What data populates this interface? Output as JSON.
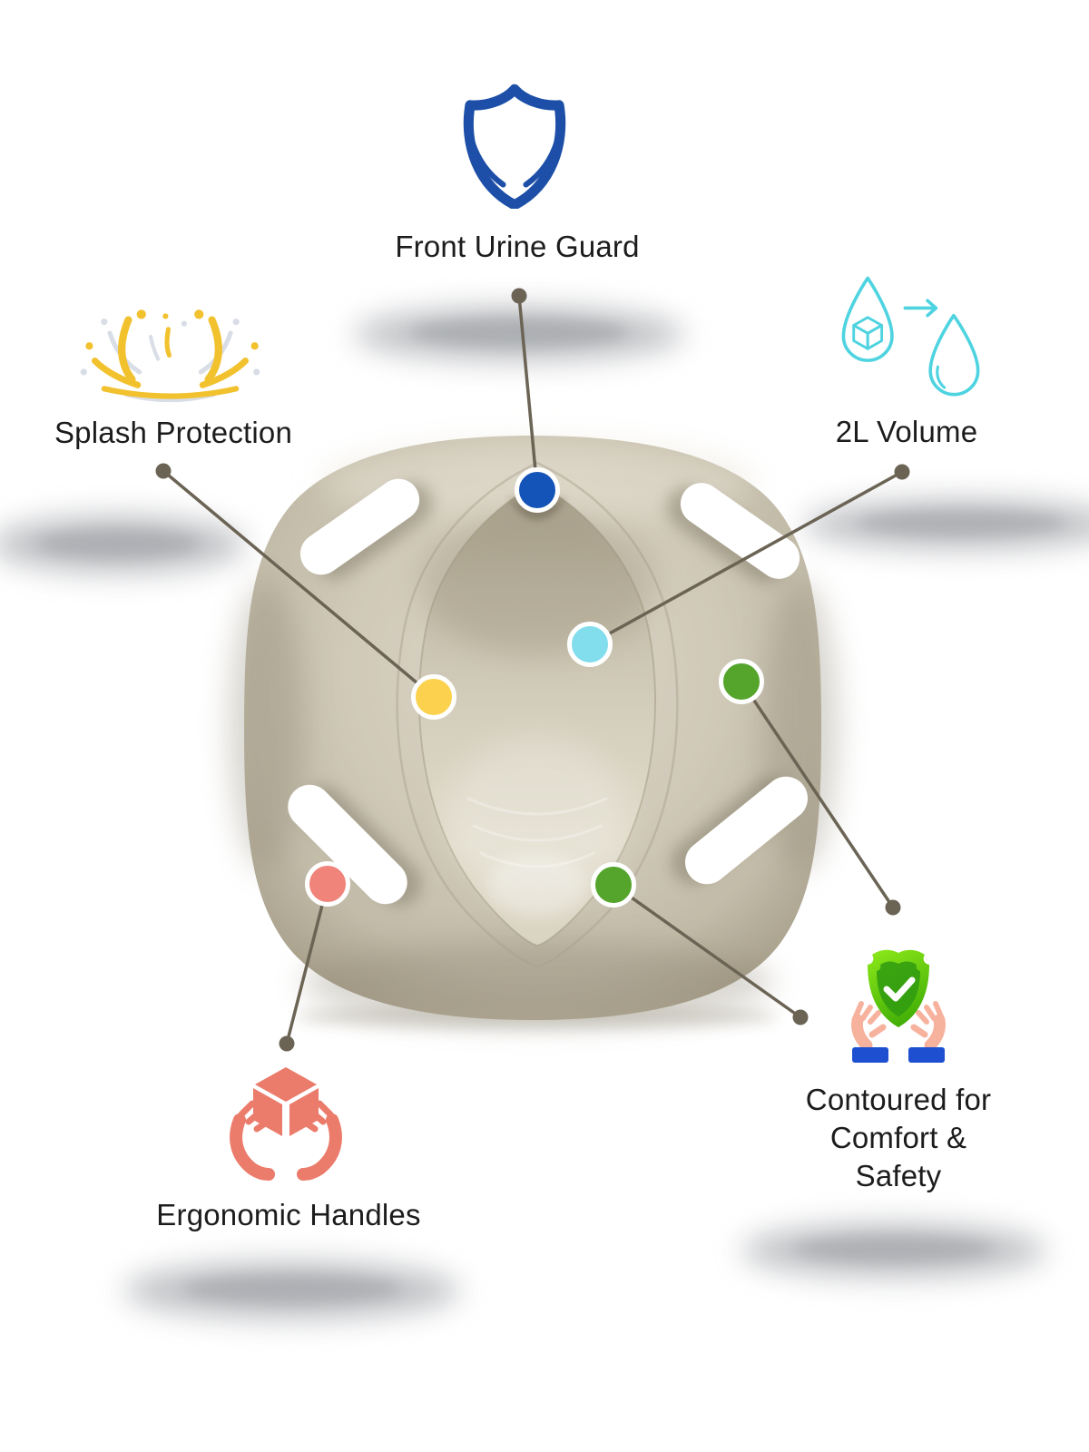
{
  "background": "#ffffff",
  "colors": {
    "line": "#6b6455",
    "text": "#1c1c1c",
    "product_body": "#cfc8b6"
  },
  "features": [
    {
      "label": "Front Urine Guard",
      "icon": "shield-outline-icon",
      "icon_color": "#1d4fa8",
      "marker_color": "#1454b8"
    },
    {
      "label": "Splash Protection",
      "icon": "splash-icon",
      "icon_colors": [
        "#f2c12e",
        "#d9dde6"
      ],
      "marker_color": "#fbd14e"
    },
    {
      "label": "2L Volume",
      "icon": "water-drop-transfer-icon",
      "icon_color": "#4ed3e0",
      "marker_color": "#82dded"
    },
    {
      "label": "Ergonomic Handles",
      "icon": "hands-holding-box-icon",
      "icon_color": "#eb7b6a",
      "marker_color": "#f0837a"
    },
    {
      "label": "Contoured for Comfort & Safety",
      "label_lines": [
        "Contoured for",
        "Comfort &",
        "Safety"
      ],
      "icon": "shield-check-in-hands-icon",
      "icon_colors": {
        "shield": "#5bc80f",
        "check": "#ffffff",
        "hands": "#f7b29e",
        "cuffs": "#1d4fd0"
      },
      "marker_colors": [
        "#55a42c",
        "#55a42c"
      ]
    }
  ]
}
